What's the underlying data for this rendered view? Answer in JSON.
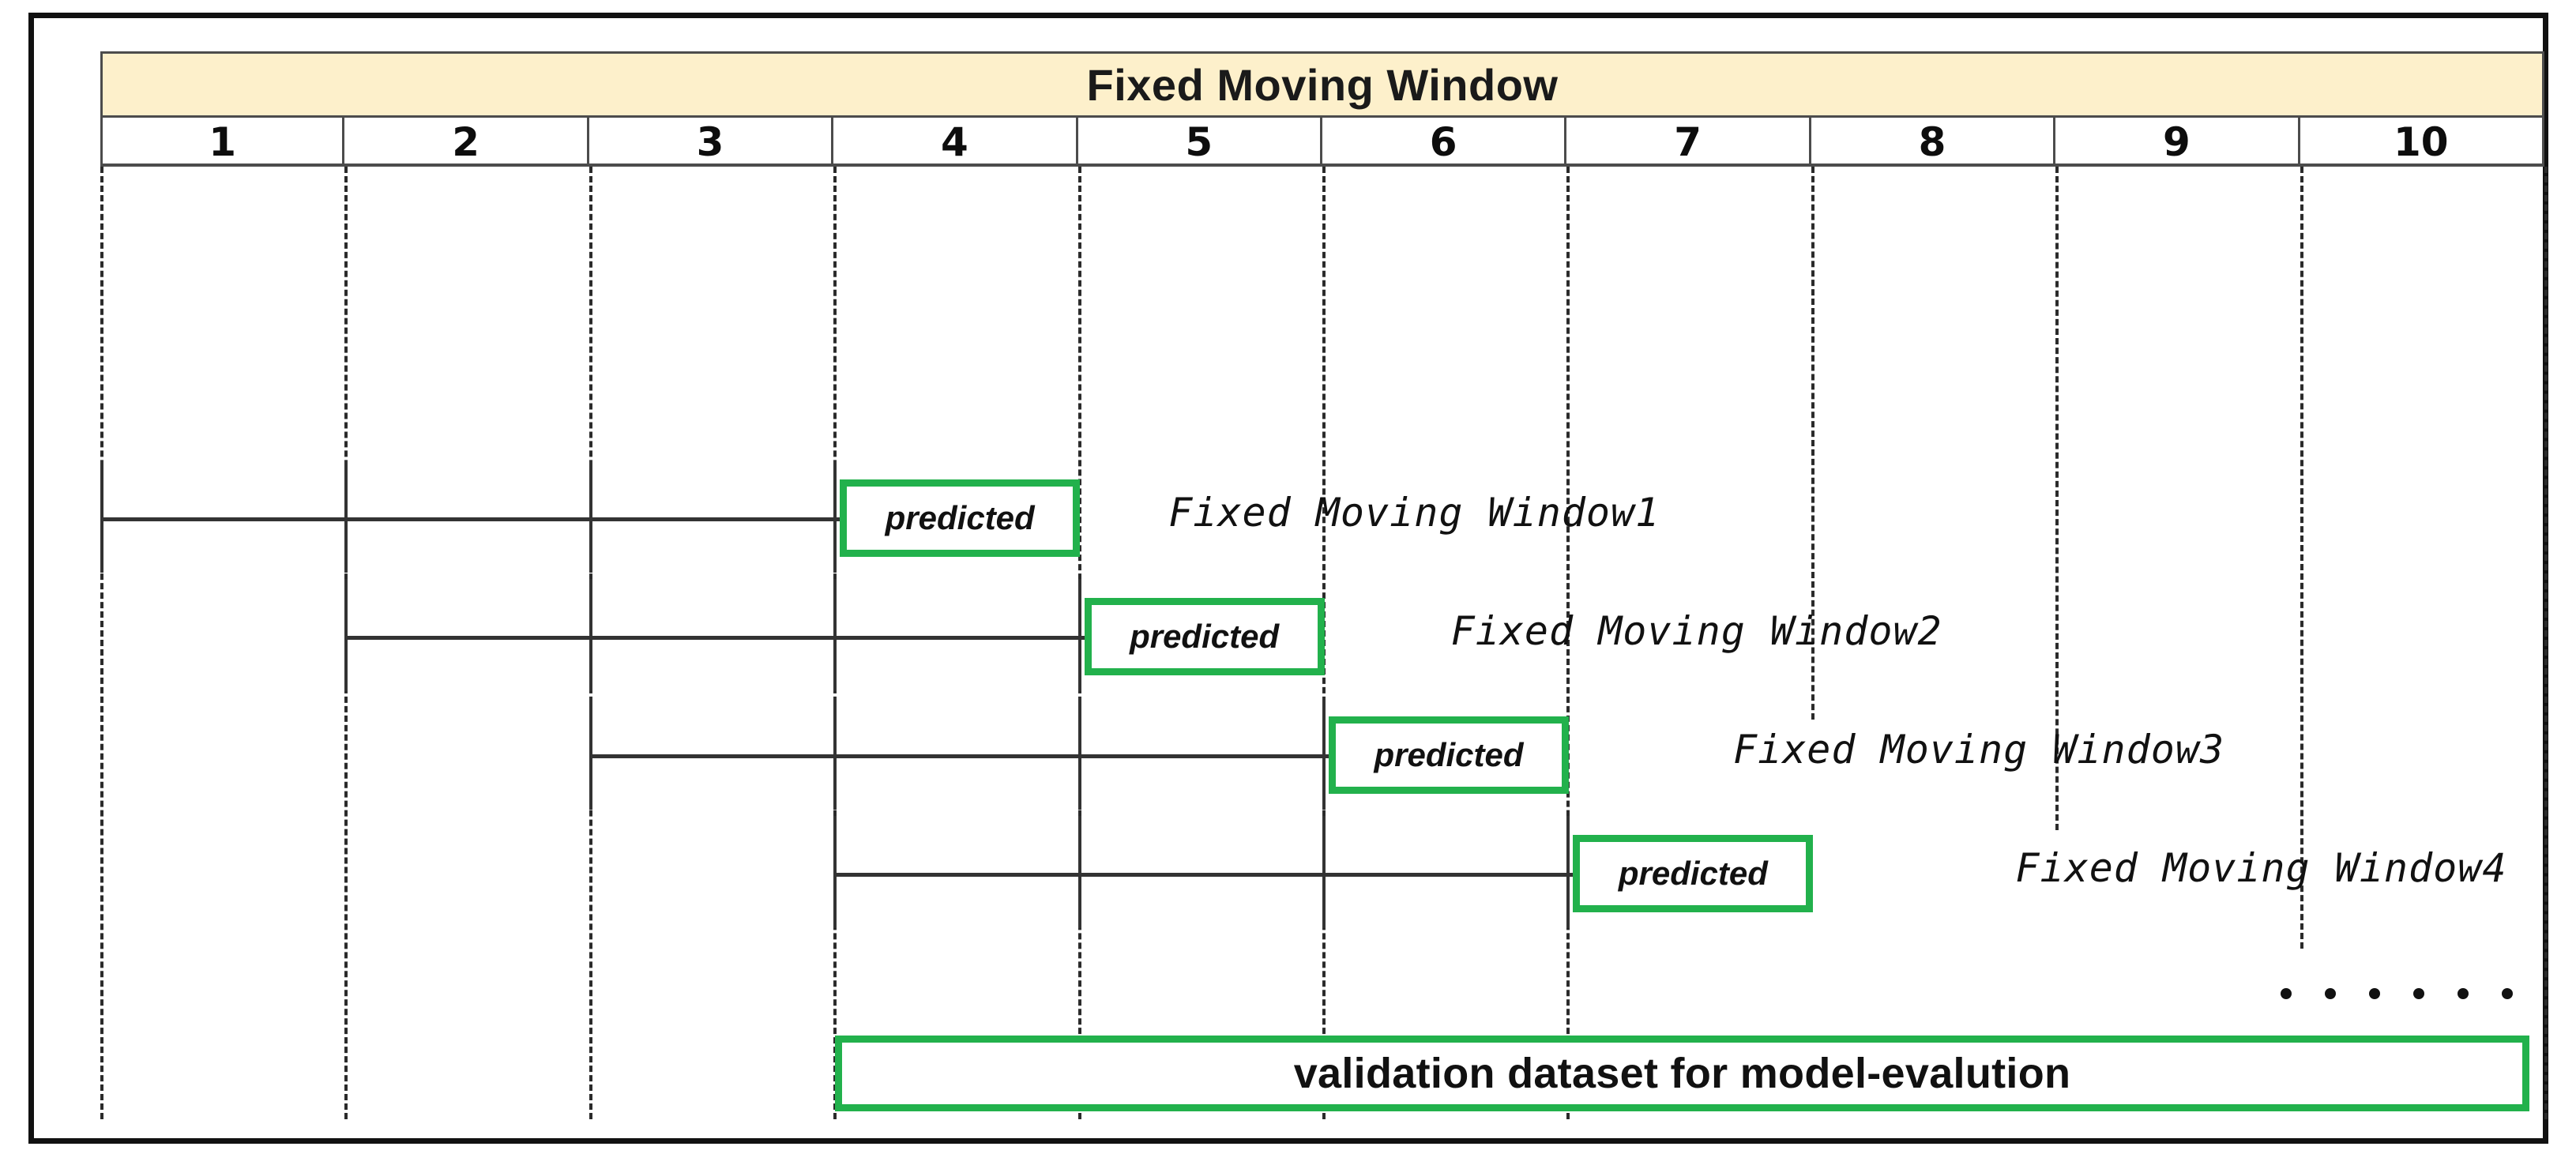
{
  "diagram": {
    "title": "Fixed Moving Window",
    "header_bg": "#FDF0CB",
    "accent_green": "#22B14C",
    "frame_color": "#111111"
  },
  "columns": [
    {
      "label": "1"
    },
    {
      "label": "2"
    },
    {
      "label": "3"
    },
    {
      "label": "4"
    },
    {
      "label": "5"
    },
    {
      "label": "6"
    },
    {
      "label": "7"
    },
    {
      "label": "8"
    },
    {
      "label": "9"
    },
    {
      "label": "10"
    }
  ],
  "windows": [
    {
      "label": "Fixed Moving Window1",
      "predicted_label": "predicted",
      "train_start_col": 1,
      "train_end_col": 3,
      "predicted_col": 4
    },
    {
      "label": "Fixed Moving Window2",
      "predicted_label": "predicted",
      "train_start_col": 2,
      "train_end_col": 4,
      "predicted_col": 5
    },
    {
      "label": "Fixed Moving Window3",
      "predicted_label": "predicted",
      "train_start_col": 3,
      "train_end_col": 5,
      "predicted_col": 6
    },
    {
      "label": "Fixed Moving Window4",
      "predicted_label": "predicted",
      "train_start_col": 4,
      "train_end_col": 6,
      "predicted_col": 7
    }
  ],
  "ellipsis": {
    "dot_count": 6
  },
  "validation": {
    "label": "validation dataset for model-evalution"
  }
}
